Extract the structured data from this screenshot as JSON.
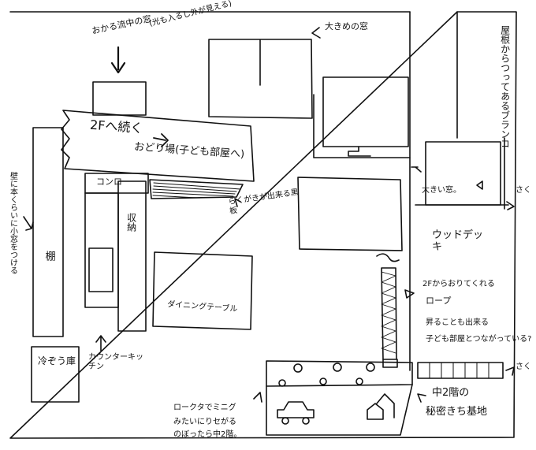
{
  "labels": {
    "kitchen_sink_window": "おかる流中の窓",
    "window_note": "(光も入るし外が見える)",
    "large_window_top": "大きめの窓",
    "roof_note": "屋根からつってあるブランコ",
    "stair_line1": "2Fへ続く",
    "stair_line2": "おどり場(子ども部屋へ)",
    "stove": "コンロ",
    "storage": "収納",
    "blackboard": "らくがきが出来る黒板",
    "large_window_right": "大きい窓。",
    "wood_deck": "ウッドデッキ",
    "wall_note": "壁に本くらいに小窓をつける",
    "shelf": "棚",
    "dining_table": "ダイニングテーブル",
    "rope_line1": "2Fからおりてくれる",
    "rope_line2": "ロープ",
    "rope_line3": "昇ることも出来る",
    "rope_line4": "子ども部屋とつながっている?",
    "fridge": "冷ぞう庫",
    "counter_kitchen": "カウンターキッチン",
    "fence_top": "さく",
    "fence_bottom": "さく",
    "loft_line1": "中2階の",
    "loft_line2": "秘密きち基地",
    "loft_window_line1": "ロークタでミニグ",
    "loft_window_line2": "みたいにりセがる",
    "loft_window_line3": "のぼったら中2階。"
  }
}
